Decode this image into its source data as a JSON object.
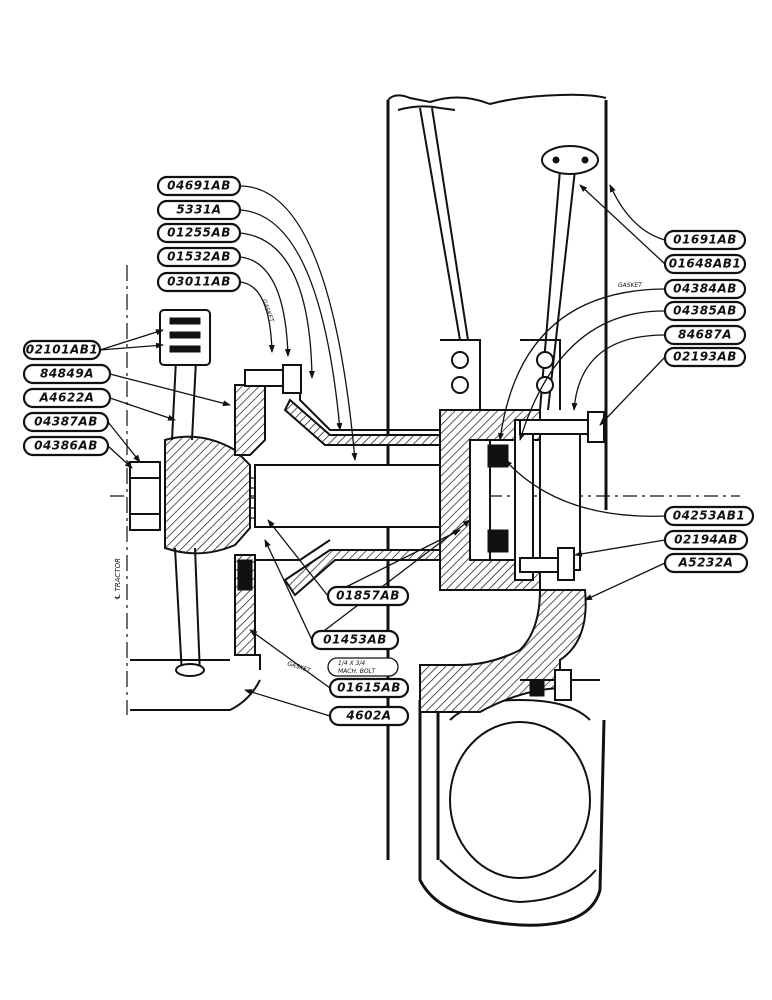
{
  "callouts_right": [
    {
      "id": "r1",
      "text": "01691AB"
    },
    {
      "id": "r2",
      "text": "01648AB1"
    },
    {
      "id": "r3",
      "text": "04384AB"
    },
    {
      "id": "r4",
      "text": "04385AB"
    },
    {
      "id": "r5",
      "text": "84687A"
    },
    {
      "id": "r6",
      "text": "02193AB"
    },
    {
      "id": "r7",
      "text": "04253AB1"
    },
    {
      "id": "r8",
      "text": "02194AB"
    },
    {
      "id": "r9",
      "text": "A5232A"
    }
  ],
  "callouts_left": [
    {
      "id": "l1",
      "text": "02101AB1"
    },
    {
      "id": "l2",
      "text": "84849A"
    },
    {
      "id": "l3",
      "text": "A4622A"
    },
    {
      "id": "l4",
      "text": "04387AB"
    },
    {
      "id": "l5",
      "text": "04386AB"
    }
  ],
  "callouts_top": [
    {
      "id": "t1",
      "text": "04691AB"
    },
    {
      "id": "t2",
      "text": "5331A"
    },
    {
      "id": "t3",
      "text": "01255AB"
    },
    {
      "id": "t4",
      "text": "01532AB"
    },
    {
      "id": "t5",
      "text": "03011AB"
    }
  ],
  "callouts_bottom": [
    {
      "id": "b1",
      "text": "01857AB"
    },
    {
      "id": "b2",
      "text": "01453AB"
    },
    {
      "id": "b3",
      "text": "01615AB"
    },
    {
      "id": "b4",
      "text": "4602A"
    }
  ],
  "notes": {
    "gasket_top": "GASKET",
    "gasket_right": "GASKET",
    "gasket_bottom": "GASKET",
    "bolt_line1": "1/4 X 3/4",
    "bolt_line2": "MACH. BOLT",
    "tractor_centerline": "℄ TRACTOR"
  }
}
